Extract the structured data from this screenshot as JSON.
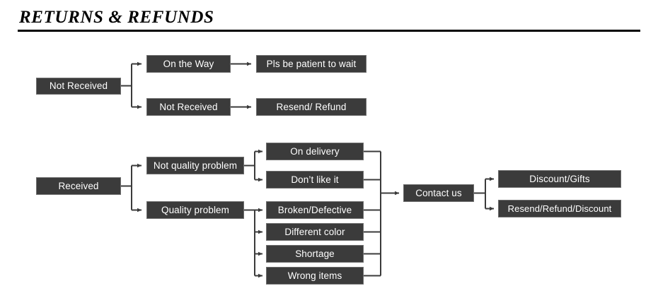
{
  "header": {
    "title": "RETURNS & REFUNDS"
  },
  "colors": {
    "node_fill": "#3b3b3b",
    "node_border": "#6e6e6e",
    "node_text": "#ffffff",
    "connector": "#3b3b3b",
    "rule": "#000000",
    "background": "#ffffff"
  },
  "diagram": {
    "type": "flowchart",
    "orientation": "left-to-right",
    "branches": [
      {
        "root": "Not Received",
        "children": [
          {
            "label": "On the Way",
            "result": "Pls be patient to wait"
          },
          {
            "label": "Not Received",
            "result": "Resend/ Refund"
          }
        ]
      },
      {
        "root": "Received",
        "children": [
          {
            "label": "Not quality problem",
            "reasons": [
              "On delivery",
              "Don’t like it"
            ]
          },
          {
            "label": "Quality problem",
            "reasons": [
              "Broken/Defective",
              "Different color",
              "Shortage",
              "Wrong items"
            ]
          }
        ],
        "converges_to": "Contact us",
        "outcomes": [
          "Discount/Gifts",
          "Resend/Refund/Discount"
        ]
      }
    ]
  },
  "nodes": {
    "not_received_root": "Not Received",
    "on_the_way": "On the Way",
    "not_received_child": "Not Received",
    "pls_be_patient": "Pls be patient to wait",
    "resend_refund": "Resend/ Refund",
    "received_root": "Received",
    "not_quality_problem": "Not quality problem",
    "quality_problem": "Quality problem",
    "on_delivery": "On delivery",
    "dont_like_it": "Don’t like it",
    "broken_defective": "Broken/Defective",
    "different_color": "Different color",
    "shortage": "Shortage",
    "wrong_items": "Wrong items",
    "contact_us": "Contact us",
    "discount_gifts": "Discount/Gifts",
    "resend_refund_discount": "Resend/Refund/Discount"
  }
}
